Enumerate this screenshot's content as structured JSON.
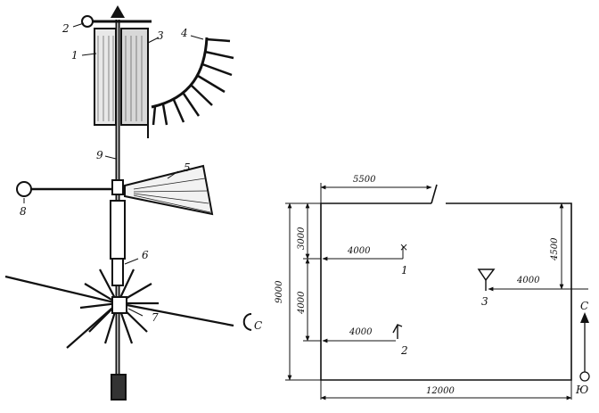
{
  "left_device": {
    "labels": [
      "1",
      "2",
      "3",
      "4",
      "5",
      "6",
      "7",
      "8",
      "9"
    ],
    "south_letter": "С"
  },
  "plan": {
    "dims": {
      "top": "5500",
      "left_total": "9000",
      "left_upper": "3000",
      "left_lower": "4000",
      "right_side": "4500",
      "p1_x": "4000",
      "p2_x": "4000",
      "p3_x": "4000",
      "bottom": "12000"
    },
    "points": [
      "1",
      "2",
      "3"
    ],
    "north": "С",
    "south": "Ю"
  }
}
